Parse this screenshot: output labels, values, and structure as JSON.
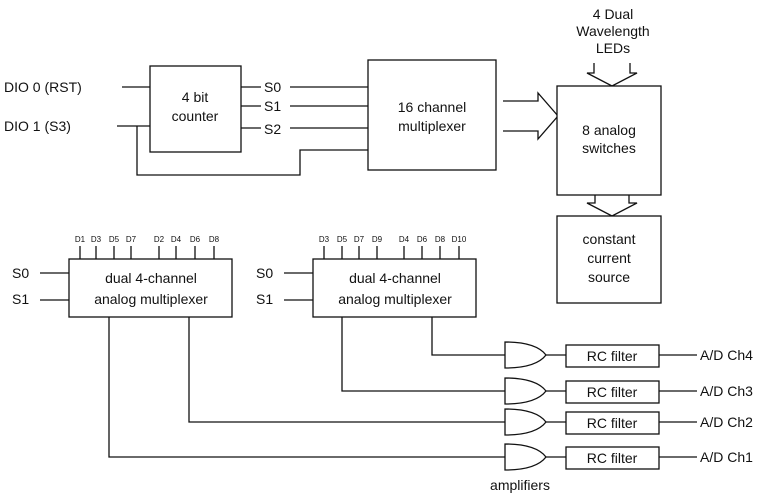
{
  "inputs": {
    "dio0": "DIO 0 (RST)",
    "dio1": "DIO 1 (S3)",
    "s0": "S0",
    "s1": "S1",
    "s2": "S2"
  },
  "blocks": {
    "counter": [
      "4 bit",
      "counter"
    ],
    "mux16": [
      "16 channel",
      "multiplexer"
    ],
    "switches": [
      "8 analog",
      "switches"
    ],
    "leds": [
      "4 Dual",
      "Wavelength",
      "LEDs"
    ],
    "current": [
      "constant",
      "current",
      "source"
    ],
    "mux_left": [
      "dual 4-channel",
      "analog multiplexer"
    ],
    "mux_right": [
      "dual 4-channel",
      "analog multiplexer"
    ]
  },
  "pins": {
    "left": [
      "D1",
      "D3",
      "D5",
      "D7",
      "D2",
      "D4",
      "D6",
      "D8"
    ],
    "right": [
      "D3",
      "D5",
      "D7",
      "D9",
      "D4",
      "D6",
      "D8",
      "D10"
    ]
  },
  "mux_selects": {
    "left_s0": "S0",
    "left_s1": "S1",
    "right_s0": "S0",
    "right_s1": "S1"
  },
  "filter_label": "RC filter",
  "outputs": [
    "A/D Ch4",
    "A/D Ch3",
    "A/D Ch2",
    "A/D Ch1"
  ],
  "amplifiers_label": "amplifiers"
}
